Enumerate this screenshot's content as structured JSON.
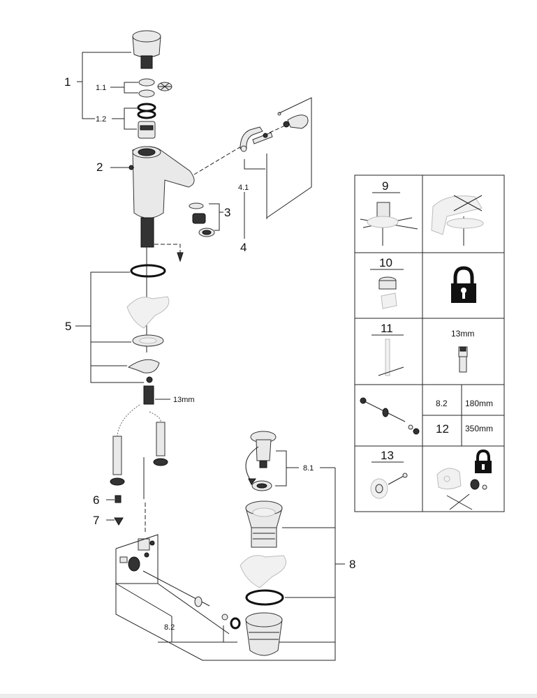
{
  "labels": {
    "p1": "1",
    "p1_1": "1.1",
    "p1_2": "1.2",
    "p2": "2",
    "p3": "3",
    "p4": "4",
    "p4_1": "4.1",
    "p5": "5",
    "p6": "6",
    "p7": "7",
    "p8": "8",
    "p8_1": "8.1",
    "p8_2": "8.2",
    "wrench_13mm": "13mm"
  },
  "table": {
    "row9": {
      "num": "9"
    },
    "row10": {
      "num": "10"
    },
    "row11": {
      "num": "11",
      "note": "13mm"
    },
    "row12": {
      "a_num": "8.2",
      "a_len": "180mm",
      "b_num": "12",
      "b_len": "350mm"
    },
    "row13": {
      "num": "13"
    }
  }
}
